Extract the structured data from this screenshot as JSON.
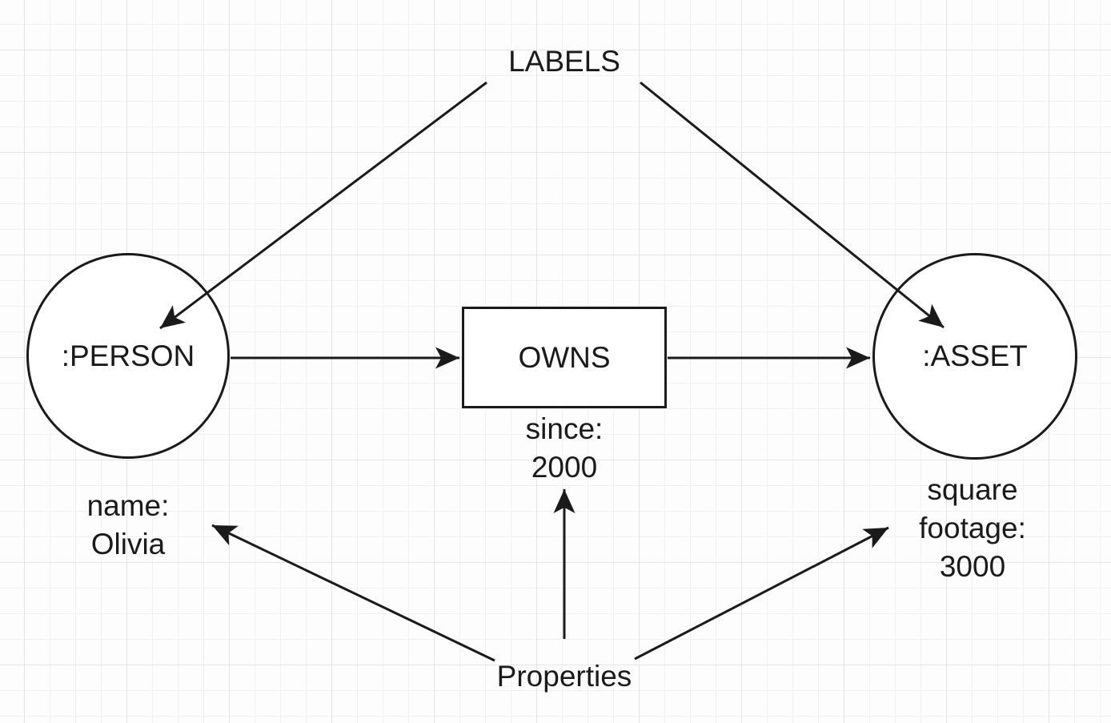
{
  "diagram": {
    "annotations": {
      "labels_title": "LABELS",
      "properties_title": "Properties"
    },
    "nodes": {
      "person": {
        "label": ":PERSON",
        "properties": "name:\nOlivia"
      },
      "asset": {
        "label": ":ASSET",
        "properties": "square\nfootage:\n3000"
      }
    },
    "relationship": {
      "label": "OWNS",
      "properties": "since:\n2000"
    },
    "edges": [
      {
        "from": "labels-title",
        "to": "person-node",
        "type": "annotation-arrow"
      },
      {
        "from": "labels-title",
        "to": "asset-node",
        "type": "annotation-arrow"
      },
      {
        "from": "person-node",
        "to": "owns-relationship",
        "type": "relationship-arrow"
      },
      {
        "from": "owns-relationship",
        "to": "asset-node",
        "type": "relationship-arrow"
      },
      {
        "from": "properties-title",
        "to": "person-properties",
        "type": "annotation-arrow"
      },
      {
        "from": "properties-title",
        "to": "owns-properties",
        "type": "annotation-arrow"
      },
      {
        "from": "properties-title",
        "to": "asset-properties",
        "type": "annotation-arrow"
      }
    ],
    "colors": {
      "stroke": "#1a1a1a",
      "shape_fill": "#ffffff",
      "background": "#fdfdfd",
      "grid_minor": "#f1f1f1",
      "grid_major": "#e4e4e4"
    }
  }
}
